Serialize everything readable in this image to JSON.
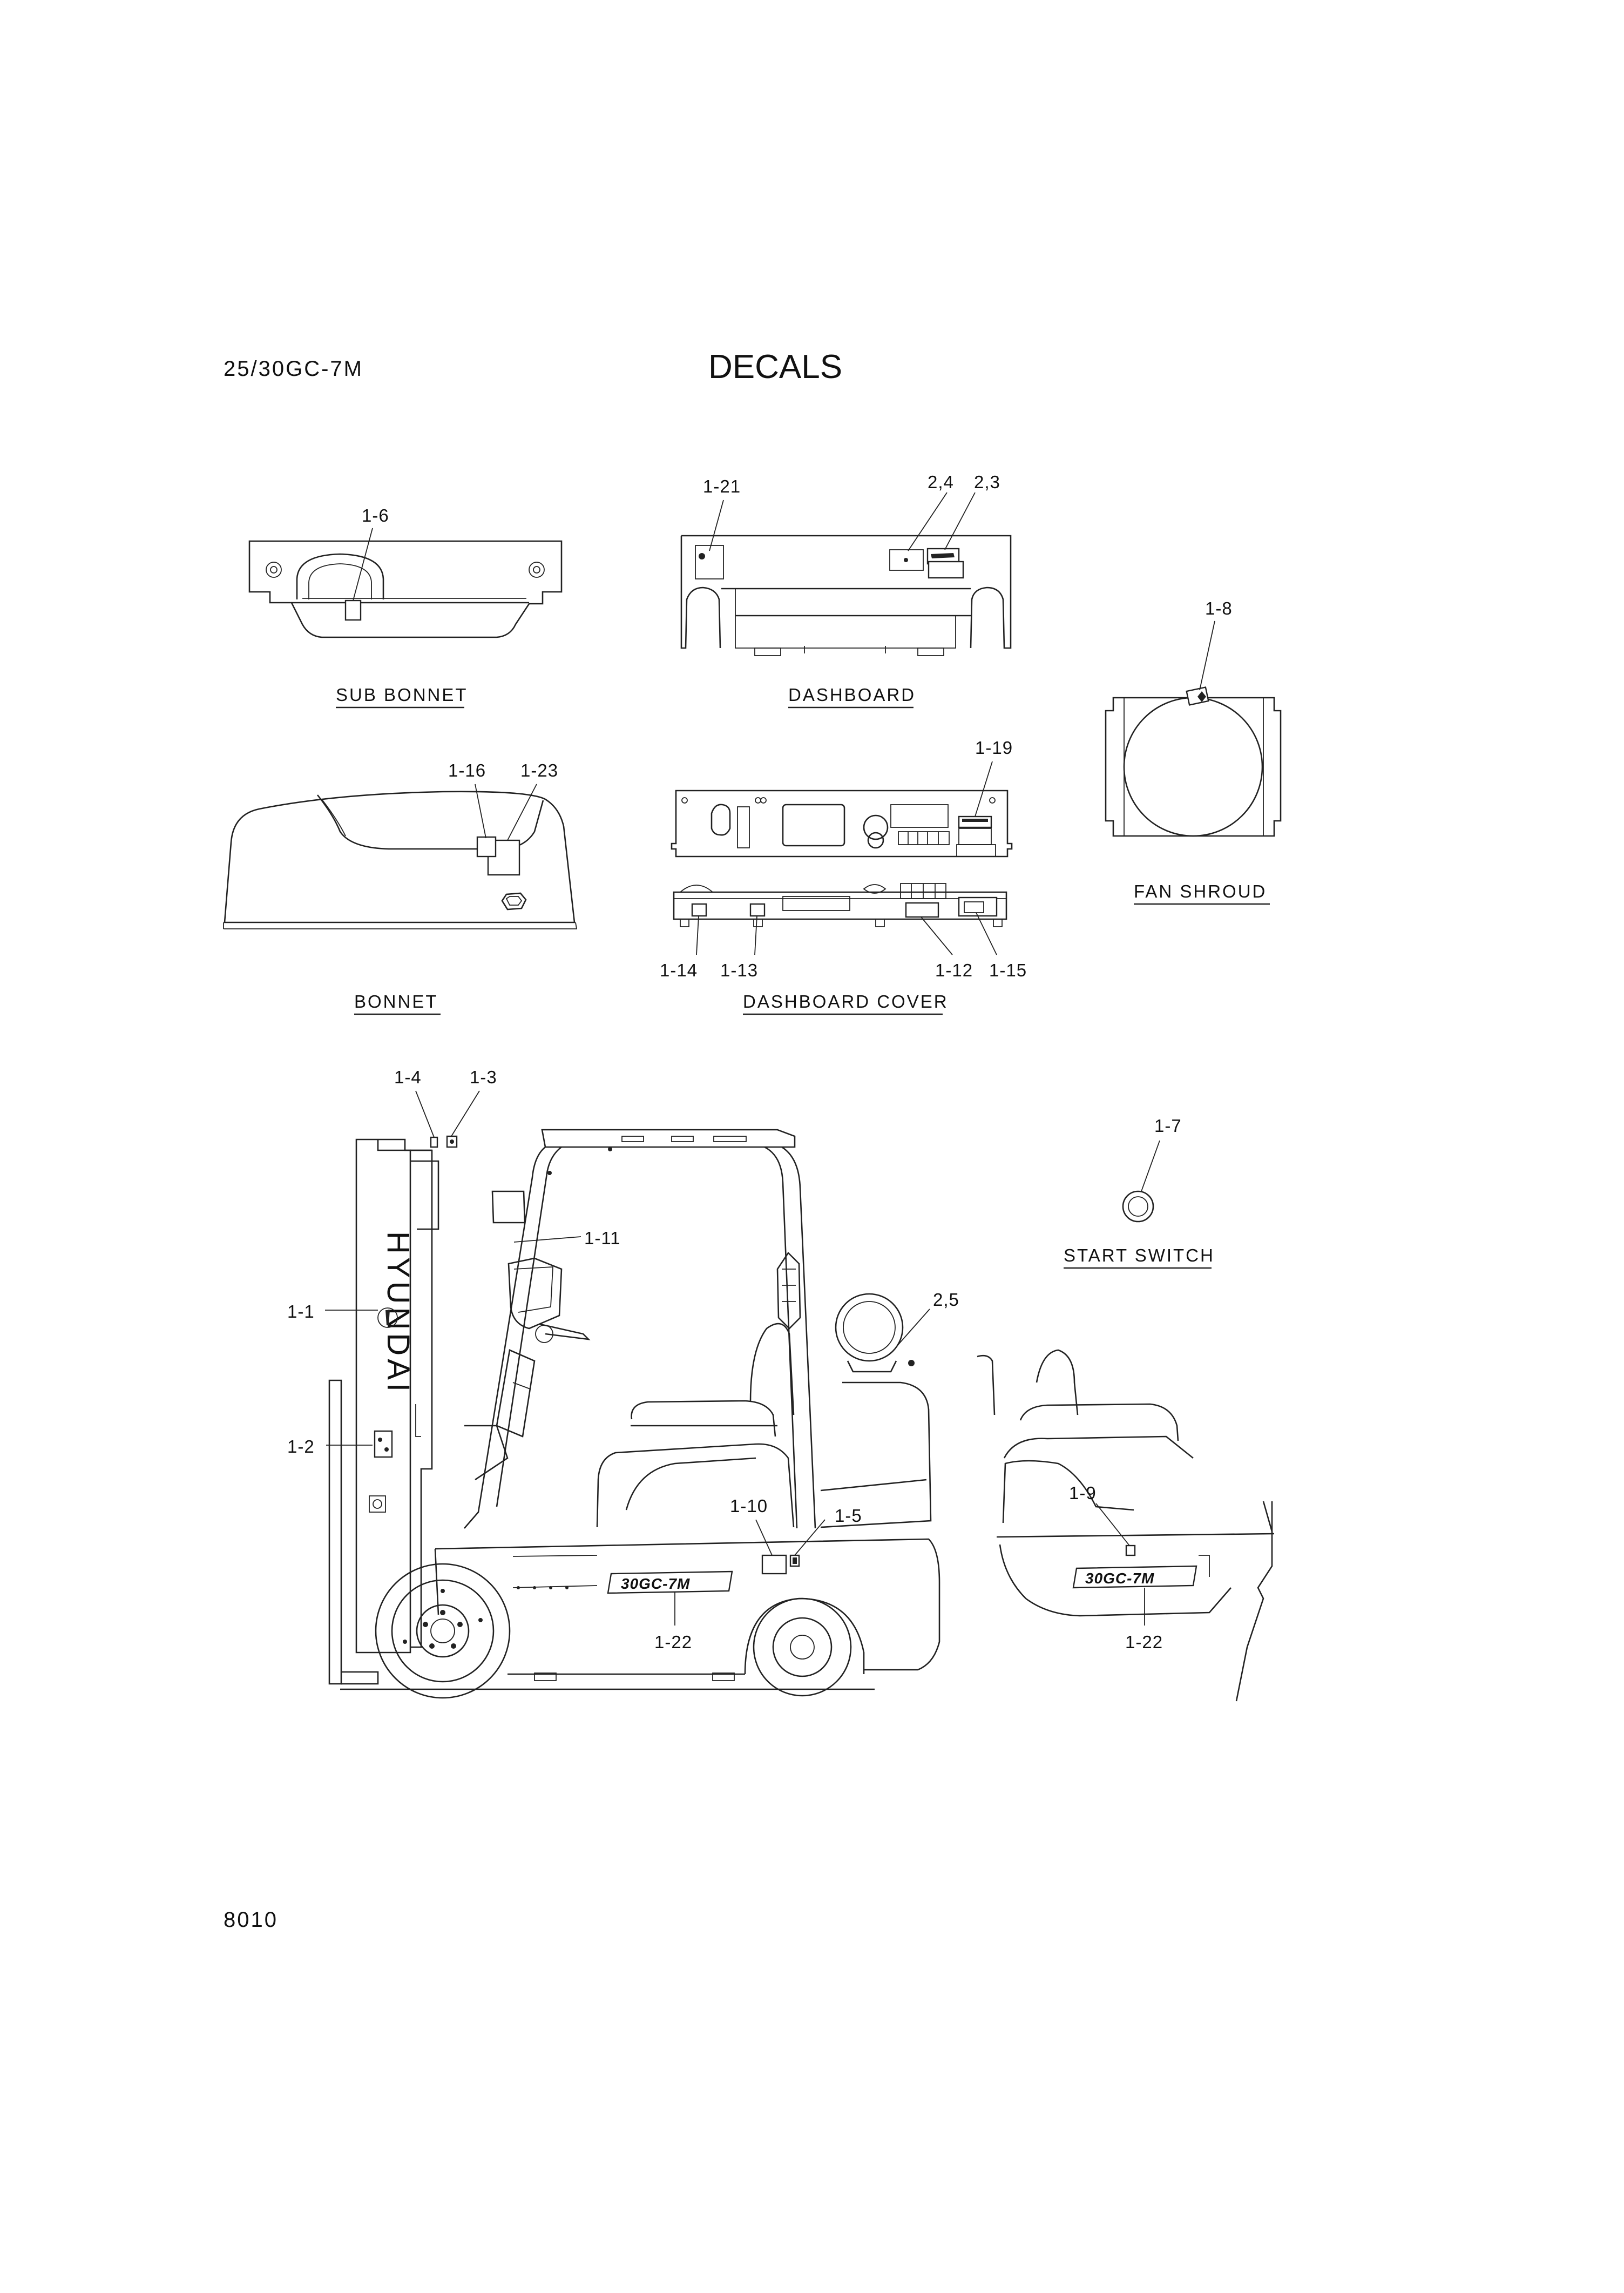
{
  "header": {
    "model": "25/30GC-7M",
    "title": "DECALS",
    "page_number": "8010"
  },
  "views": {
    "sub_bonnet": {
      "caption": "SUB BONNET",
      "callouts": [
        "1-6"
      ]
    },
    "dashboard": {
      "caption": "DASHBOARD",
      "callouts": [
        "1-21",
        "2,4",
        "2,3"
      ]
    },
    "fan_shroud": {
      "caption": "FAN SHROUD",
      "callouts": [
        "1-8"
      ]
    },
    "bonnet": {
      "caption": "BONNET",
      "callouts": [
        "1-16",
        "1-23"
      ]
    },
    "dashboard_cover": {
      "caption": "DASHBOARD COVER",
      "callouts": [
        "1-19",
        "1-14",
        "1-13",
        "1-12",
        "1-15"
      ]
    },
    "start_switch": {
      "caption": "START SWITCH",
      "callouts": [
        "1-7"
      ]
    },
    "forklift_side": {
      "callouts": [
        "1-4",
        "1-3",
        "1-11",
        "1-1",
        "2,5",
        "1-2",
        "1-10",
        "1-5",
        "1-22"
      ],
      "mast_text": "HYUNDAI",
      "model_badge": "30GC-7M"
    },
    "rear_detail": {
      "callouts": [
        "1-9",
        "1-22"
      ],
      "model_badge": "30GC-7M"
    }
  }
}
